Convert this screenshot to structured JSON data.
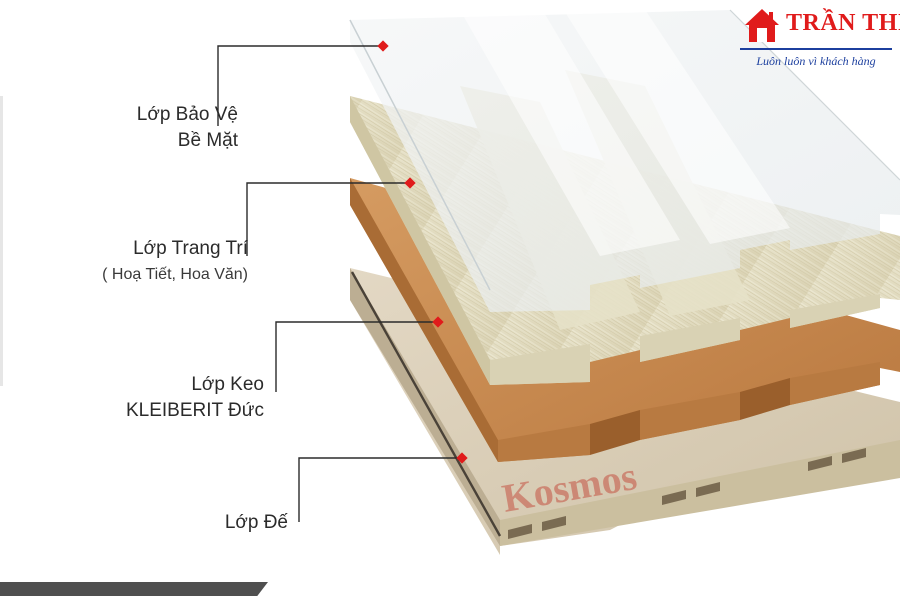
{
  "brand": {
    "name": "TRẦN THỊ",
    "slogan": "Luôn luôn vì khách hàng",
    "logo_color": "#e01b1b",
    "slogan_color": "#1c3f9e"
  },
  "watermark": "Kosmos",
  "layers": [
    {
      "title_line1": "Lớp Bảo Vệ",
      "title_line2": "Bề Mặt",
      "material": "clear-film",
      "color": "#eef1f2"
    },
    {
      "title_line1": "Lớp Trang Trí",
      "title_line2": "( Hoạ Tiết, Hoa Văn)",
      "material": "wood-grain",
      "color": "#e2dcc4"
    },
    {
      "title_line1": "Lớp Keo",
      "title_line2": "KLEIBERIT Đức",
      "material": "adhesive",
      "color": "#c98a52"
    },
    {
      "title_line1": "Lớp Đế",
      "title_line2": "",
      "material": "base",
      "color": "#dcd0bb"
    }
  ],
  "colors": {
    "marker": "#e01b1b",
    "leader_line": "#2b2b2b",
    "text": "#2b2b2b"
  }
}
